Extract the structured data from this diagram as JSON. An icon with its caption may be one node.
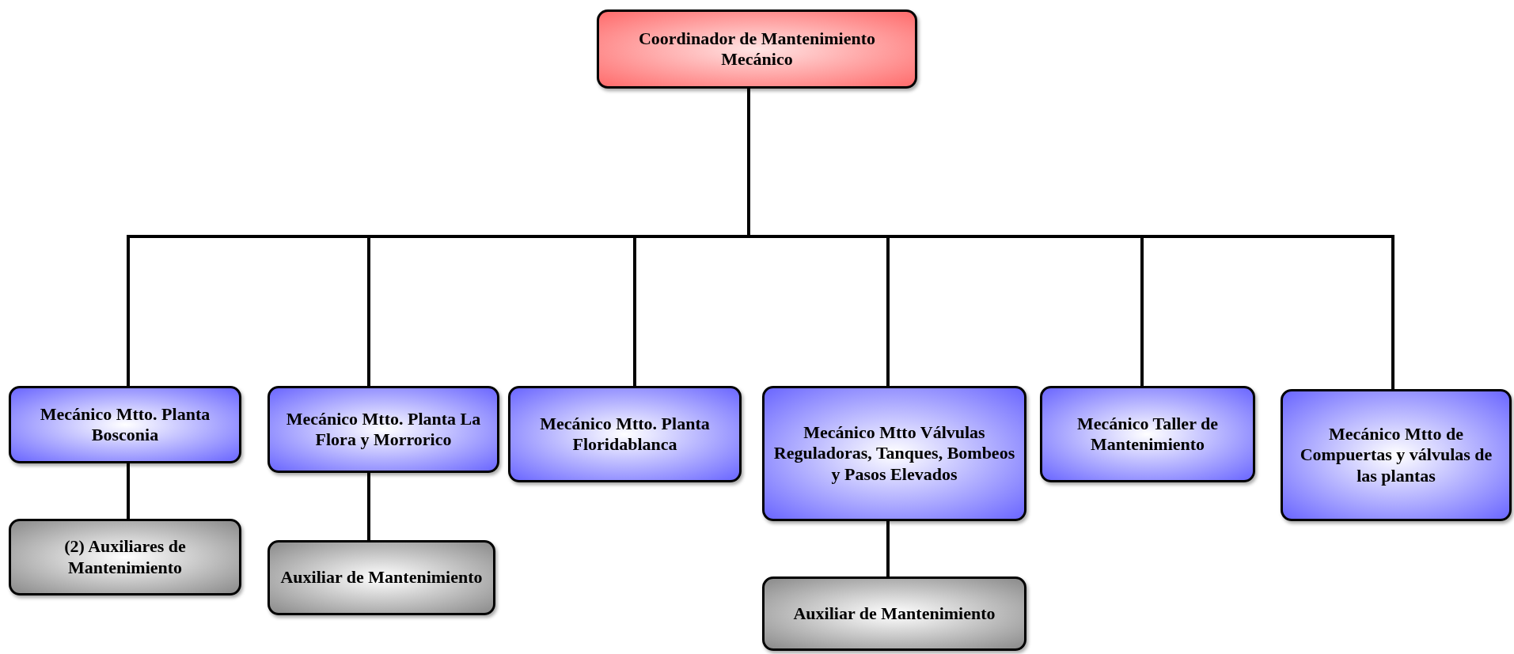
{
  "diagram": {
    "nodes": [
      {
        "text": [
          "Coordinador de Mantenimiento Mecánico"
        ]
      },
      {
        "text": [
          "Mecánico Mtto. Planta Bosconia"
        ]
      },
      {
        "text": [
          "Mecánico Mtto. Planta La Flora y Morrorico"
        ]
      },
      {
        "text": [
          "Mecánico Mtto. Planta Floridablanca"
        ]
      },
      {
        "text": [
          "Mecánico Mtto Válvulas Reguladoras, Tanques, Bombeos y Pasos Elevados"
        ]
      },
      {
        "text": [
          "Mecánico Taller de Mantenimiento"
        ]
      },
      {
        "text": [
          "Mecánico Mtto de Compuertas y válvulas de las plantas"
        ]
      },
      {
        "text": [
          "(2) Auxiliares de Mantenimiento"
        ]
      },
      {
        "text": [
          "Auxiliar de Mantenimiento"
        ]
      },
      {
        "text": [
          "Auxiliar de Mantenimiento"
        ]
      }
    ],
    "edges": [
      {
        "from": 0,
        "to": 1,
        "arrow": "none"
      },
      {
        "from": 0,
        "to": 2,
        "arrow": "none"
      },
      {
        "from": 0,
        "to": 3,
        "arrow": "none"
      },
      {
        "from": 0,
        "to": 4,
        "arrow": "none"
      },
      {
        "from": 0,
        "to": 5,
        "arrow": "none"
      },
      {
        "from": 0,
        "to": 6,
        "arrow": "none"
      },
      {
        "from": 1,
        "to": 7,
        "arrow": "none"
      },
      {
        "from": 2,
        "to": 8,
        "arrow": "none"
      },
      {
        "from": 4,
        "to": 9,
        "arrow": "none"
      }
    ]
  }
}
